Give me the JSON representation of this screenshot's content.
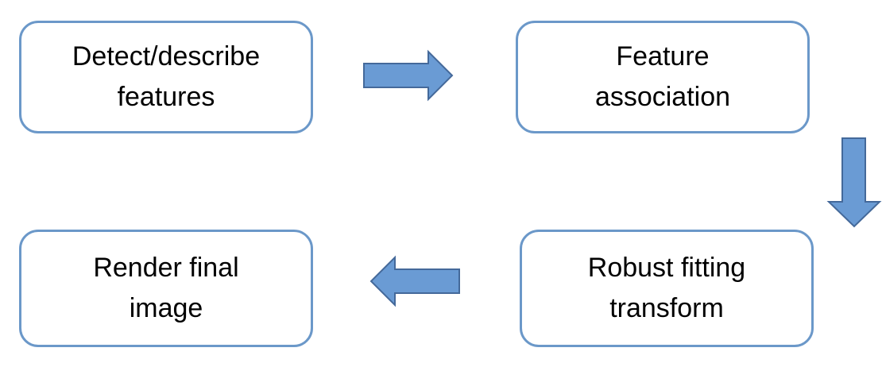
{
  "colors": {
    "box_border": "#6b98c9",
    "arrow_fill": "#6a9bd4",
    "arrow_stroke": "#44699a",
    "text": "#000000"
  },
  "steps": [
    {
      "id": "detect",
      "lines": [
        "Detect/describe",
        "features"
      ]
    },
    {
      "id": "associate",
      "lines": [
        "Feature",
        "association"
      ]
    },
    {
      "id": "robust",
      "lines": [
        "Robust fitting",
        "transform"
      ]
    },
    {
      "id": "render",
      "lines": [
        "Render final",
        "image"
      ]
    }
  ],
  "flow": [
    {
      "from": "detect",
      "to": "associate",
      "direction": "right"
    },
    {
      "from": "associate",
      "to": "robust",
      "direction": "down"
    },
    {
      "from": "robust",
      "to": "render",
      "direction": "left"
    }
  ]
}
